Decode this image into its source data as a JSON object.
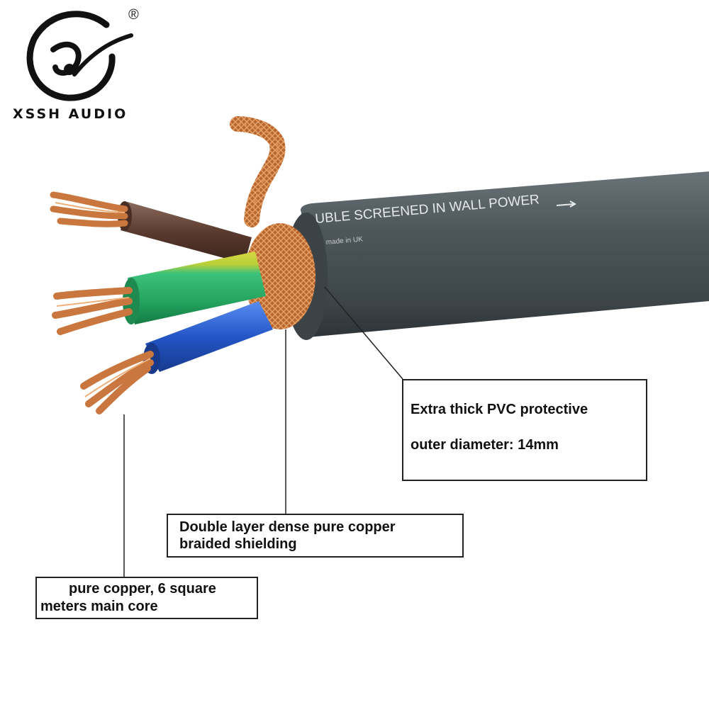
{
  "brand": {
    "name": "XSSH AUDIO",
    "registered_mark": "®",
    "logo_icon": "xs-swirl-logo-icon"
  },
  "cable": {
    "jacket_print": "UBLE SCREENED IN WALL POWER",
    "jacket_subprint": "made in UK",
    "jacket_color": "#4a5358",
    "braid_color": "#c9773e",
    "conductors": [
      {
        "name": "brown-conductor",
        "color": "#5a3a2e"
      },
      {
        "name": "green-yellow-conductor",
        "color": "#2fae6a"
      },
      {
        "name": "blue-conductor",
        "color": "#2456c8"
      }
    ]
  },
  "callouts": {
    "pvc": {
      "line1": "Extra thick PVC protective",
      "line2": "outer diameter: 14mm"
    },
    "braid": {
      "line1": "Double layer dense pure copper",
      "line2": "braided shielding"
    },
    "core": {
      "line1": "pure copper, 6 square",
      "line2": "meters main core"
    }
  }
}
